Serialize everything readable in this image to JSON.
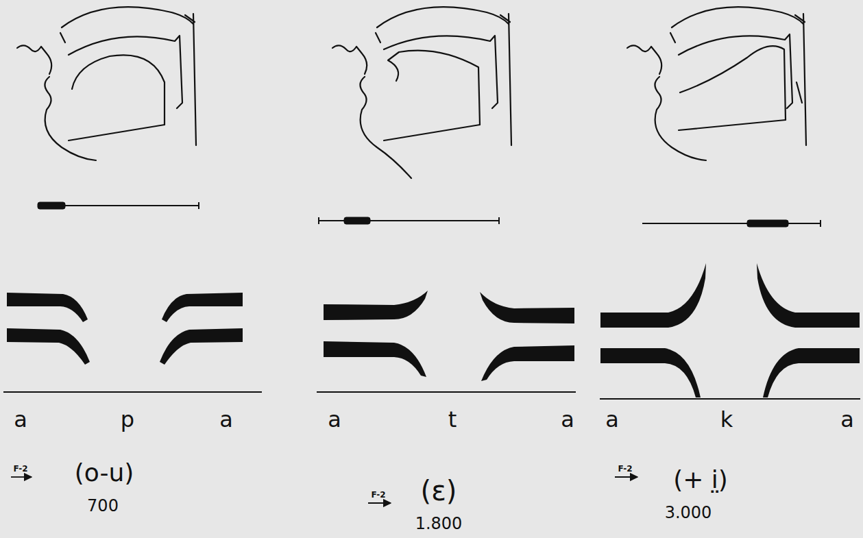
{
  "diagram": {
    "labels": [
      "a",
      "p",
      "a",
      "a",
      "t",
      "a",
      "a",
      "k",
      "a",
      "F-2",
      "(o-u)",
      "700",
      "F-2",
      "(ɛ)",
      "1.800",
      "F-2",
      "(+ i̤)",
      "3.000"
    ]
  }
}
